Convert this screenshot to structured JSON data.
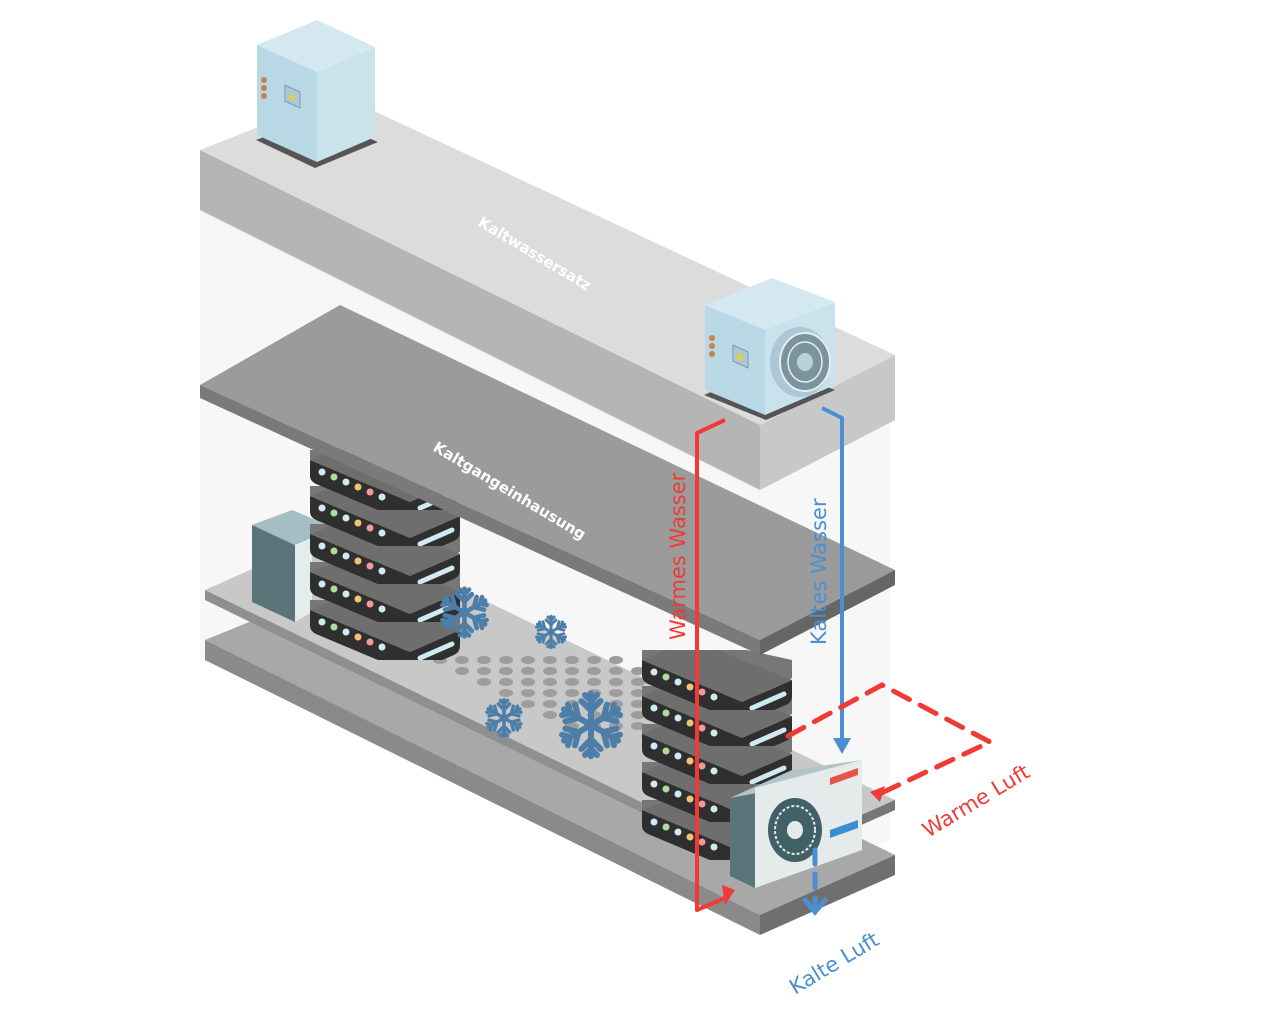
{
  "diagram": {
    "title": "Kaltwasser-Kühlsystem Rechenzentrum",
    "labels": {
      "chiller_slab": "Kaltwassersatz",
      "cold_aisle_slab": "Kaltgangeinhausung",
      "warm_water": "Warmes Wasser",
      "cold_water": "Kaltes Wasser",
      "warm_air": "Warme Luft",
      "cold_air": "Kalte Luft"
    },
    "colors": {
      "warm": "#f03a36",
      "cold": "#4a8fd0",
      "unit_body": "#b9d8e6",
      "server_dark": "#2f2f2f",
      "slab_light": "#dcdcdc",
      "slab_mid": "#9a9a9a",
      "snowflake": "#4d7ea8"
    },
    "icons": [
      "chiller-unit-icon",
      "fan-icon",
      "warning-icon",
      "server-rack-icon",
      "snowflake-icon",
      "air-conditioner-icon",
      "perforated-floor-icon"
    ]
  }
}
